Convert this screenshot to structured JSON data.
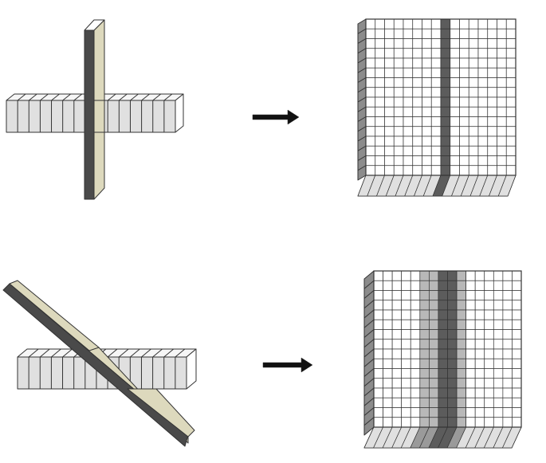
{
  "diagram": {
    "rows": [
      {
        "name": "perpendicular",
        "input": {
          "slab_segments": 15,
          "plate": "vertical"
        },
        "output": {
          "grid_columns": 16,
          "grid_rows": 16,
          "dark_columns": [
            8
          ],
          "shaded_columns": []
        }
      },
      {
        "name": "oblique",
        "input": {
          "slab_segments": 15,
          "plate": "tilted"
        },
        "output": {
          "grid_columns": 16,
          "grid_rows": 16,
          "dark_columns": [
            7,
            8
          ],
          "shaded_columns": [
            5,
            6,
            9
          ]
        }
      }
    ],
    "colors": {
      "cell_light": "#e0e0e0",
      "cell_mid": "#b8b8b8",
      "cell_dark": "#5c5c5c",
      "plate_face": "#ddd9bd",
      "plate_side": "#4a4a4a",
      "arrow": "#111111",
      "stroke": "#333333"
    }
  }
}
